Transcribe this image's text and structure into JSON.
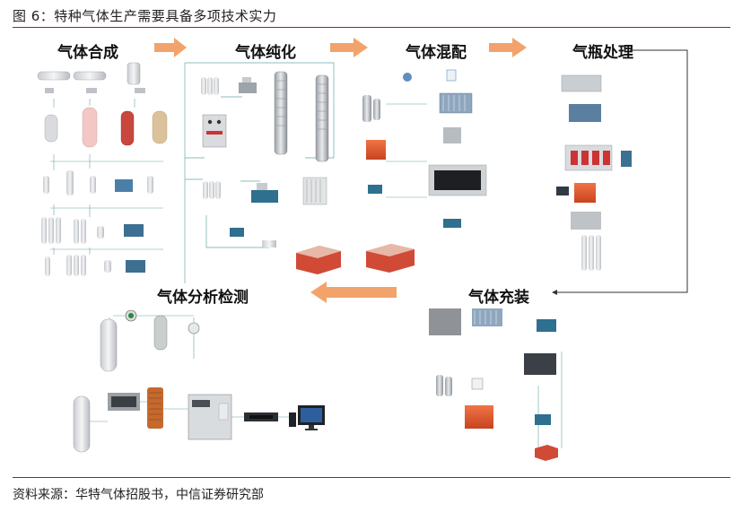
{
  "figure": {
    "title": "图 6：特种气体生产需要具备多项技术实力",
    "source": "资料来源：华特气体招股书，中信证券研究部"
  },
  "stages": {
    "synthesis": "气体合成",
    "purification": "气体纯化",
    "mixing": "气体混配",
    "cylinder": "气瓶处理",
    "filling": "气体充装",
    "analysis": "气体分析检测"
  },
  "colors": {
    "arrow": "#f2a36b",
    "rule": "#8a2a2a",
    "tank_pink": "#f2c7c4",
    "tank_tan": "#dcc29a",
    "cylinder_gray": "#d7d9dc",
    "red_unit": "#e05a32",
    "pipe_teal": "#6aa6a6"
  },
  "icons": [
    "arrow-right-icon",
    "arrow-left-icon",
    "connector-line",
    "gas-cylinder-icon",
    "storage-tank-icon",
    "distillation-tower-icon",
    "skid-equipment-icon",
    "computer-monitor-icon"
  ]
}
